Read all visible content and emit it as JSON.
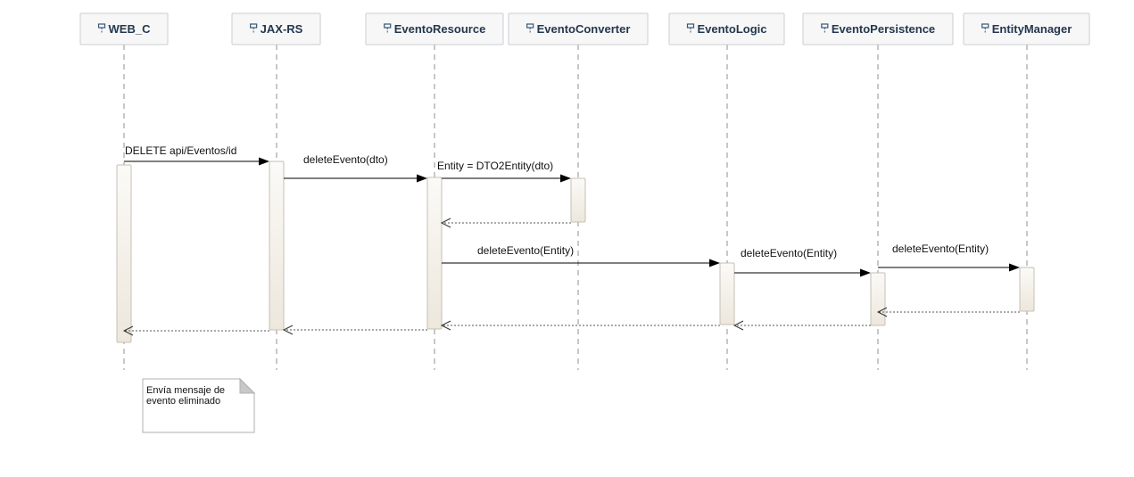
{
  "diagram": {
    "participants": [
      {
        "id": "web_c",
        "name": "WEB_C",
        "icon": "lifeline-icon"
      },
      {
        "id": "jax_rs",
        "name": "JAX-RS",
        "icon": "lifeline-icon"
      },
      {
        "id": "evento_resource",
        "name": "EventoResource",
        "icon": "lifeline-icon"
      },
      {
        "id": "evento_converter",
        "name": "EventoConverter",
        "icon": "lifeline-icon"
      },
      {
        "id": "evento_logic",
        "name": "EventoLogic",
        "icon": "lifeline-icon"
      },
      {
        "id": "evento_persistence",
        "name": "EventoPersistence",
        "icon": "lifeline-icon"
      },
      {
        "id": "entity_manager",
        "name": "EntityManager",
        "icon": "lifeline-icon"
      }
    ],
    "messages": [
      {
        "from": "web_c",
        "to": "jax_rs",
        "label": "DELETE api/Eventos/id",
        "kind": "call"
      },
      {
        "from": "jax_rs",
        "to": "evento_resource",
        "label": "deleteEvento(dto)",
        "kind": "call"
      },
      {
        "from": "evento_resource",
        "to": "evento_converter",
        "label": "Entity = DTO2Entity(dto)",
        "kind": "call"
      },
      {
        "from": "evento_converter",
        "to": "evento_resource",
        "label": "",
        "kind": "return"
      },
      {
        "from": "evento_resource",
        "to": "evento_logic",
        "label": "deleteEvento(Entity)",
        "kind": "call"
      },
      {
        "from": "evento_logic",
        "to": "evento_persistence",
        "label": "deleteEvento(Entity)",
        "kind": "call"
      },
      {
        "from": "evento_persistence",
        "to": "entity_manager",
        "label": "deleteEvento(Entity)",
        "kind": "call"
      },
      {
        "from": "entity_manager",
        "to": "evento_persistence",
        "label": "",
        "kind": "return"
      },
      {
        "from": "evento_persistence",
        "to": "evento_logic",
        "label": "",
        "kind": "return"
      },
      {
        "from": "evento_logic",
        "to": "evento_resource",
        "label": "",
        "kind": "return"
      },
      {
        "from": "evento_resource",
        "to": "jax_rs",
        "label": "",
        "kind": "return"
      },
      {
        "from": "jax_rs",
        "to": "web_c",
        "label": "",
        "kind": "return"
      }
    ],
    "note": {
      "lines": [
        "Envía mensaje de",
        "evento eliminado"
      ]
    }
  }
}
